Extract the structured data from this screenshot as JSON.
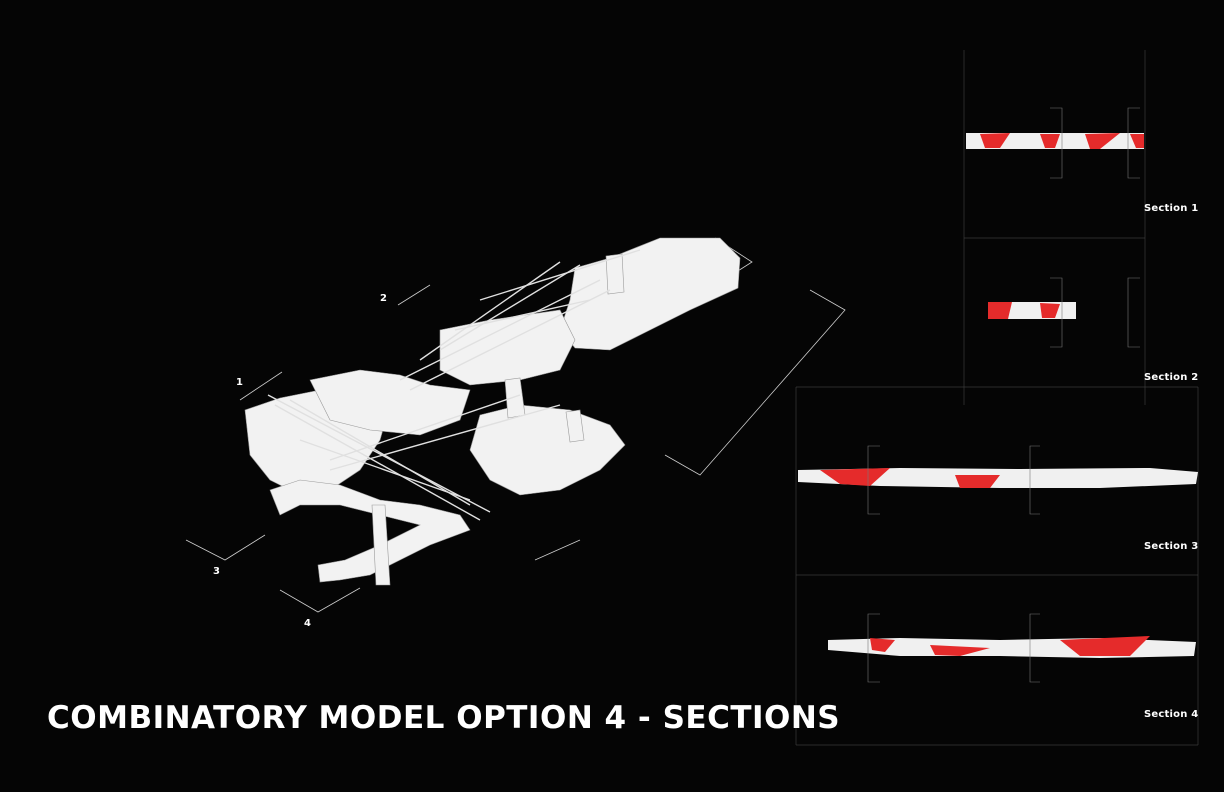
{
  "title": "COMBINATORY MODEL OPTION 4 - SECTIONS",
  "plan_markers": [
    "1",
    "2",
    "3",
    "4"
  ],
  "sections": [
    {
      "label": "Section 1"
    },
    {
      "label": "Section 2"
    },
    {
      "label": "Section 3"
    },
    {
      "label": "Section 4"
    }
  ],
  "colors": {
    "background": "#050505",
    "model": "#f2f2f2",
    "cut_highlight": "#e52b2b",
    "frame_lines": "#3a3a3a"
  }
}
